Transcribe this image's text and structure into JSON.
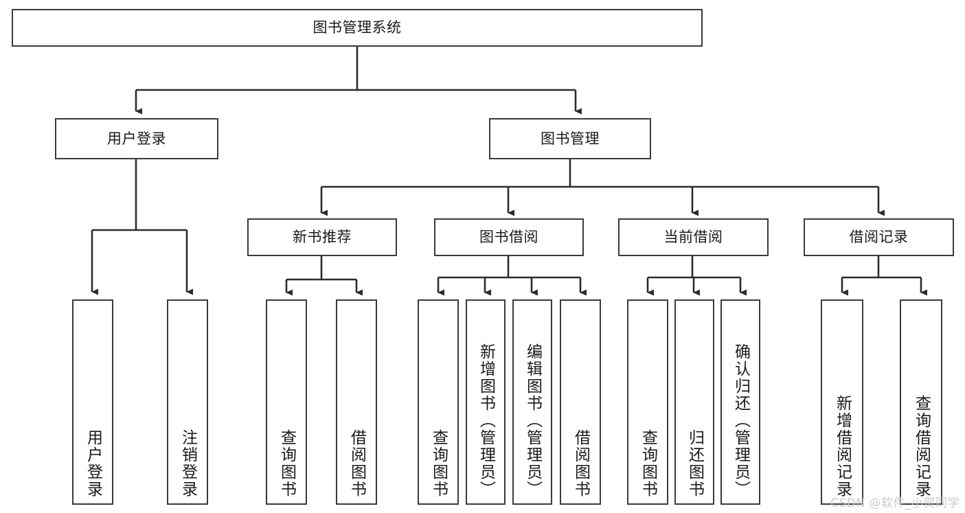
{
  "diagram": {
    "type": "tree-hierarchy",
    "title": "图书管理系统",
    "watermark": "CSDN @软件_小贺同学",
    "colors": {
      "box_border": "#3a3a3a",
      "box_fill": "#ffffff",
      "connector": "#2b2b2b",
      "text": "#1a1a1a",
      "watermark": "#c9c9c9"
    },
    "root": {
      "label": "图书管理系统"
    },
    "level2": [
      {
        "label": "用户登录"
      },
      {
        "label": "图书管理"
      }
    ],
    "level3": [
      {
        "label": "新书推荐"
      },
      {
        "label": "图书借阅"
      },
      {
        "label": "当前借阅"
      },
      {
        "label": "借阅记录"
      }
    ],
    "leaves": {
      "user_login": [
        {
          "label": "用户登录"
        },
        {
          "label": "注销登录"
        }
      ],
      "new_book": [
        {
          "label": "查询图书"
        },
        {
          "label": "借阅图书"
        }
      ],
      "book_borrow": [
        {
          "label": "查询图书"
        },
        {
          "label": "新增图书（管理员）"
        },
        {
          "label": "编辑图书（管理员）"
        },
        {
          "label": "借阅图书"
        }
      ],
      "current_borrow": [
        {
          "label": "查询图书"
        },
        {
          "label": "归还图书"
        },
        {
          "label": "确认归还（管理员）"
        }
      ],
      "borrow_record": [
        {
          "label": "新增借阅记录"
        },
        {
          "label": "查询借阅记录"
        }
      ]
    }
  }
}
